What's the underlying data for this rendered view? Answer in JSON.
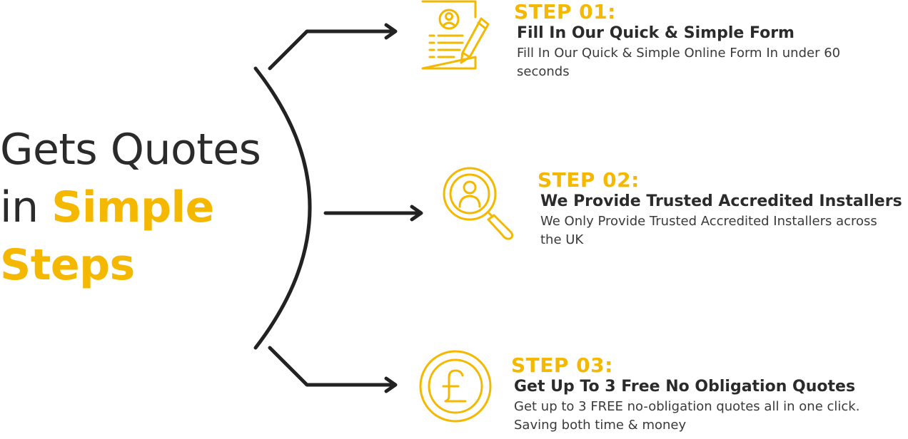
{
  "headline": {
    "line1": "Gets Quotes",
    "line2_plain": "in ",
    "line2_accent": "Simple",
    "line3_accent": "Steps"
  },
  "colors": {
    "accent": "#f5b800",
    "text": "#2b2b2b"
  },
  "steps": [
    {
      "number": "STEP 01:",
      "title": "Fill In Our Quick & Simple Form",
      "description": "Fill In Our Quick & Simple Online Form In under 60 seconds",
      "icon": "form-pencil-icon"
    },
    {
      "number": "STEP 02:",
      "title": "We Provide Trusted Accredited Installers",
      "description": "We Only Provide Trusted Accredited Installers across the UK",
      "icon": "magnifier-person-icon"
    },
    {
      "number": "STEP 03:",
      "title": "Get Up To 3 Free No Obligation Quotes",
      "description": "Get up to 3 FREE no-obligation quotes all in one click. Saving both time & money",
      "icon": "pound-coin-icon"
    }
  ]
}
